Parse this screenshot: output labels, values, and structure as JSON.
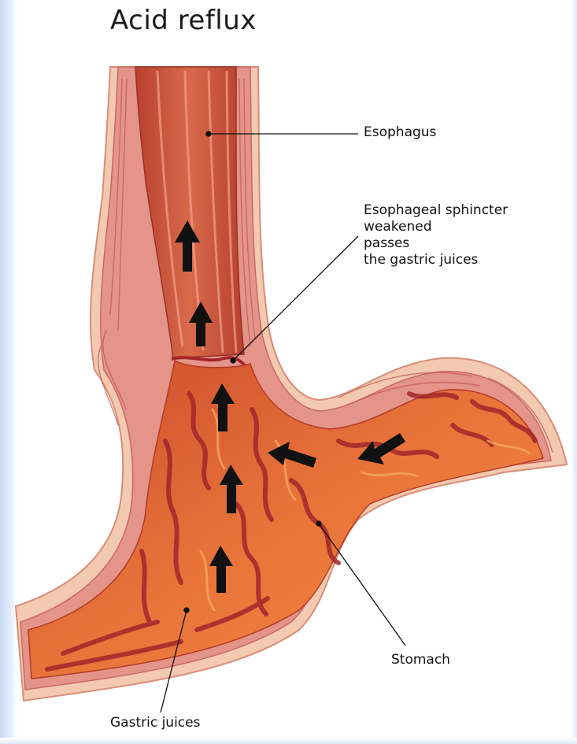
{
  "title": "Acid reflux",
  "labels": {
    "esophagus": "Esophagus",
    "sphincter": [
      "Esophageal sphincter",
      "weakened",
      "passes",
      "the gastric juices"
    ],
    "stomach": "Stomach",
    "gastric_juices": "Gastric juices"
  },
  "colors": {
    "outer_wall": "#f3c9b0",
    "muscle_layer": "#e49488",
    "lumen": "#c9553c",
    "stomach_inner": "#e9743a",
    "fold_dark": "#a3262b",
    "arrow": "#111111"
  }
}
